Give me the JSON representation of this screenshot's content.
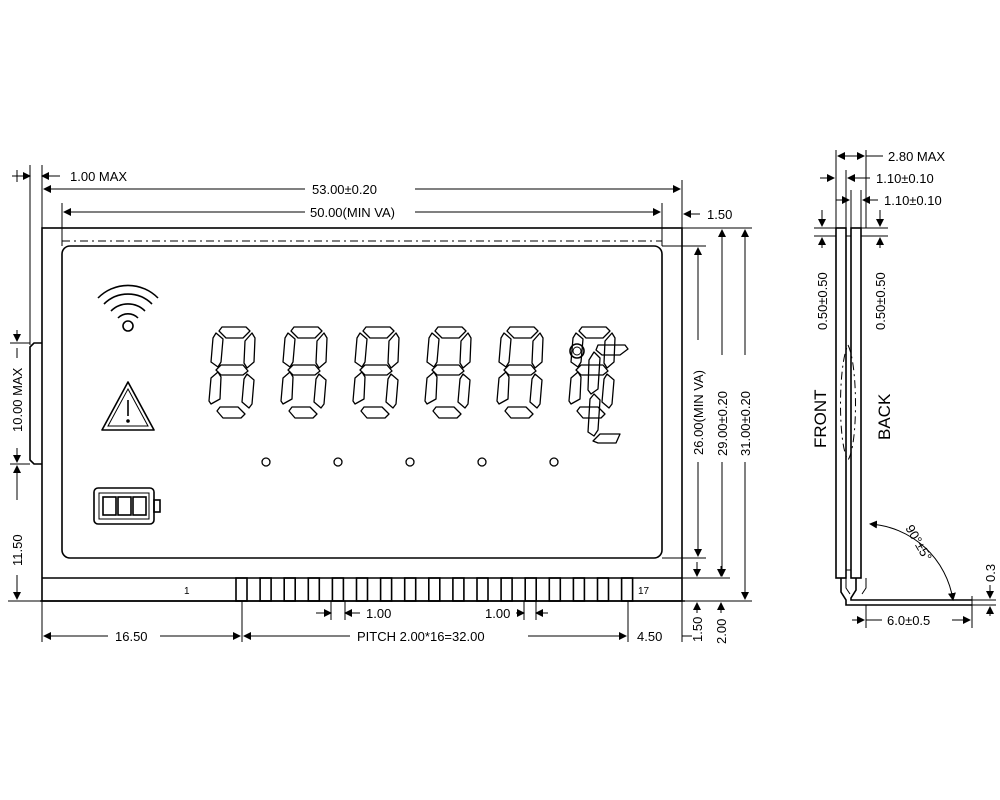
{
  "dimensions": {
    "outline_thickness_max": "1.00 MAX",
    "overall_width": "53.00±0.20",
    "viewing_area_width": "50.00(MIN VA)",
    "right_margin": "1.50",
    "viewing_area_height": "26.00(MIN VA)",
    "glass_height": "29.00±0.20",
    "overall_height": "31.00±0.20",
    "left_tab_height": "10.00 MAX",
    "left_bottom": "11.50",
    "pin_width": "1.00",
    "pin_gap": "1.00",
    "pin_offset_left": "16.50",
    "pitch": "PITCH 2.00*16=32.00",
    "pin_offset_right": "4.50",
    "pin_bottom_a": "1.50",
    "pin_bottom_b": "2.00",
    "side_total_thickness": "2.80 MAX",
    "side_front_glass": "1.10±0.10",
    "side_back_glass": "1.10±0.10",
    "side_front_offset": "0.50±0.50",
    "side_back_offset": "0.50±0.50",
    "pin_bend_angle": "90°±5°",
    "pin_thickness": "0.3",
    "pin_length": "6.0±0.5"
  },
  "labels": {
    "pin_first": "1",
    "pin_last": "17",
    "front": "FRONT",
    "back": "BACK",
    "unit_symbol": "°C"
  },
  "icons": [
    "wifi-icon",
    "warning-icon",
    "battery-icon"
  ],
  "display": {
    "digit_count": 6
  }
}
